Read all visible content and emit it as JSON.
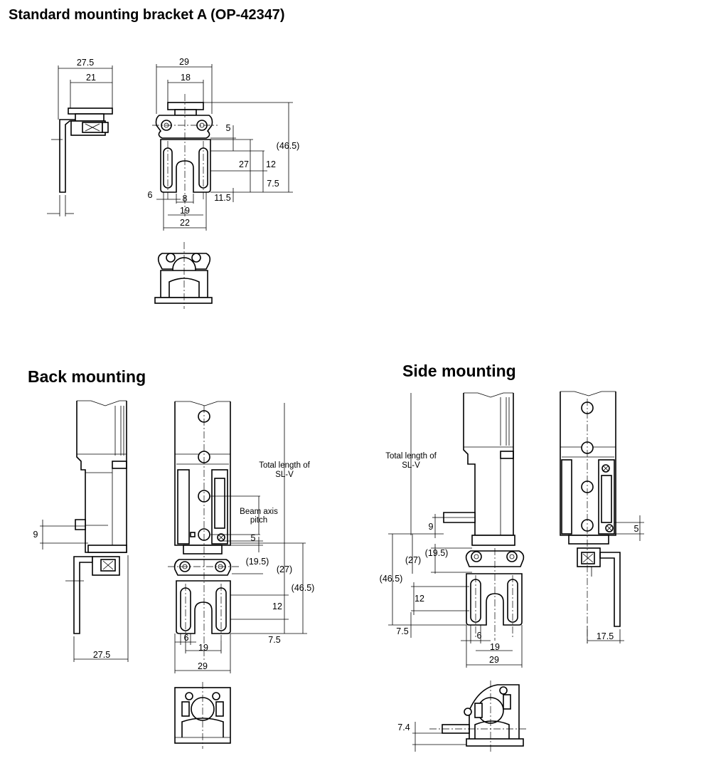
{
  "titles": {
    "main": "Standard mounting bracket A (OP-42347)",
    "back": "Back mounting",
    "side": "Side mounting"
  },
  "bracket_dims": {
    "d27_5": "27.5",
    "d21": "21",
    "d29": "29",
    "d18": "18",
    "d5": "5",
    "d46_5": "(46.5)",
    "d27": "27",
    "d12": "12",
    "d7_5": "7.5",
    "d11_5": "11.5",
    "d6": "6",
    "d8": "8",
    "d19": "19",
    "d22": "22"
  },
  "back_dims": {
    "d9": "9",
    "d27_5": "27.5",
    "total_length": "Total length of",
    "total_length2": "SL-V",
    "beam_axis": "Beam axis",
    "beam_axis2": "pitch",
    "d5": "5",
    "d19_5": "(19.5)",
    "d27": "(27)",
    "d46_5": "(46.5)",
    "d12": "12",
    "d7_5": "7.5",
    "d6": "6",
    "d19": "19",
    "d29": "29"
  },
  "side_dims": {
    "total_length": "Total length of",
    "total_length2": "SL-V",
    "d9": "9",
    "d27": "(27)",
    "d19_5": "(19.5)",
    "d46_5": "(46.5)",
    "d12": "12",
    "d7_5": "7.5",
    "d6": "6",
    "d19": "19",
    "d29": "29",
    "d5": "5",
    "d17_5": "17.5",
    "d7_4": "7.4"
  }
}
